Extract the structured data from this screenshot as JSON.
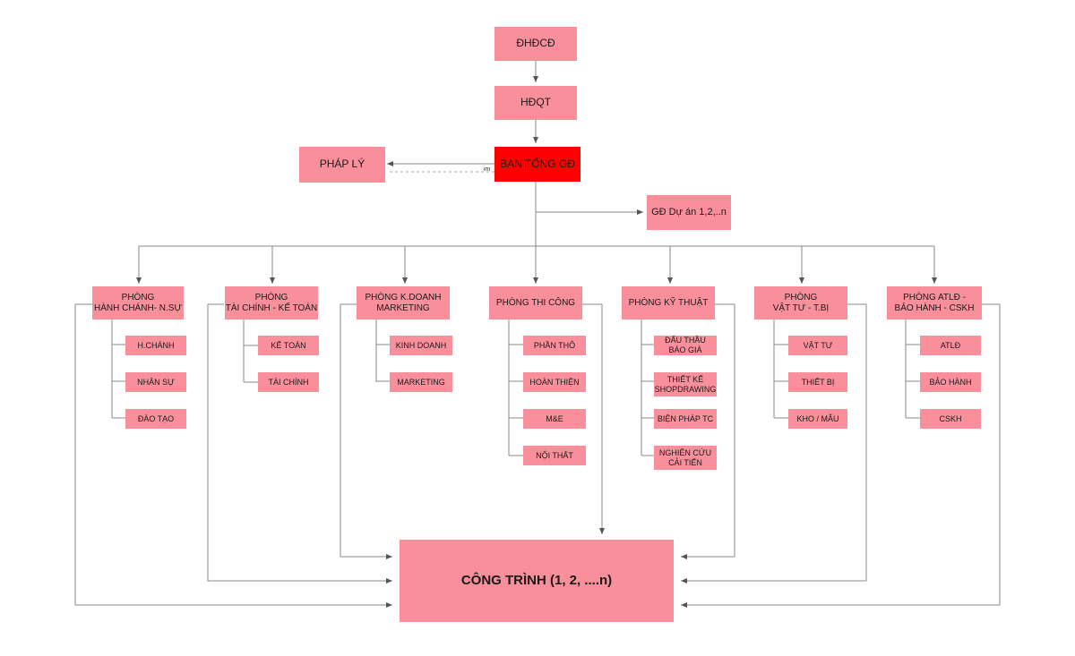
{
  "top": {
    "dhdcd": "ĐHĐCĐ",
    "hdqt": "HĐQT",
    "ban_tong_gd": "BAN TỔNG GĐ",
    "phap_ly": "PHÁP LÝ",
    "gd_du_an": "GĐ Dự án 1,2,..n",
    "small_label": "im"
  },
  "departments": [
    {
      "title": "PHÒNG\nHÀNH CHÁNH- N.SỰ",
      "subs": [
        "H.CHÁNH",
        "NHÂN SỰ",
        "ĐÀO TẠO"
      ]
    },
    {
      "title": "PHÒNG\nTÀI CHÍNH - KẾ TOÁN",
      "subs": [
        "KẾ TOÁN",
        "TÀI CHÍNH"
      ]
    },
    {
      "title": "PHÒNG K.DOANH\nMARKETING",
      "subs": [
        "KINH DOANH",
        "MARKETING"
      ]
    },
    {
      "title": "PHÒNG THI CÔNG",
      "subs": [
        "PHẦN THÔ",
        "HOÀN THIỆN",
        "M&E",
        "NỘI THẤT"
      ]
    },
    {
      "title": "PHÒNG KỸ THUẬT",
      "subs": [
        "ĐẤU THẦU\nBÁO GIÁ",
        "THIẾT KẾ\nSHOPDRAWING",
        "BIỆN PHÁP TC",
        "NGHIÊN CỨU\nCẢI TIẾN"
      ]
    },
    {
      "title": "PHÒNG\nVẬT TƯ - T.BỊ",
      "subs": [
        "VẬT TƯ",
        "THIẾT BỊ",
        "KHO / MẪU"
      ]
    },
    {
      "title": "PHÒNG ATLĐ -\nBẢO HÀNH - CSKH",
      "subs": [
        "ATLĐ",
        "BẢO HÀNH",
        "CSKH"
      ]
    }
  ],
  "cong_trinh": "CÔNG TRÌNH (1, 2, ....n)"
}
